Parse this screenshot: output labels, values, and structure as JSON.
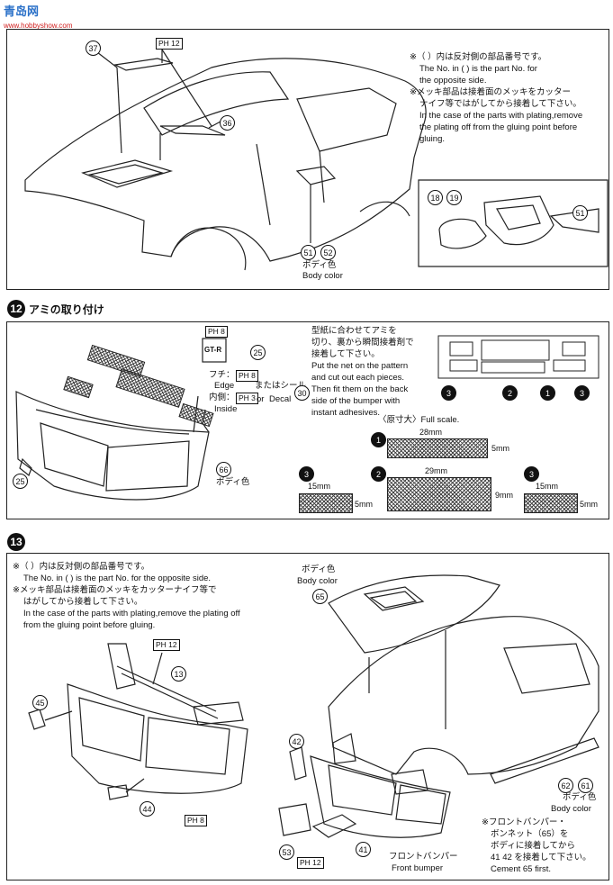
{
  "watermark": {
    "brand": "青岛网",
    "url": "www.hobbyshow.com"
  },
  "step11": {
    "note_jp_1": "※（ ）内は反対側の部品番号です。",
    "note_en_1a": "The No. in (   ) is the part No. for",
    "note_en_1b": "the opposite side.",
    "note_jp_2a": "※メッキ部品は接着面のメッキをカッター",
    "note_jp_2b": "ナイフ等ではがしてから接着して下さい。",
    "note_en_2a": "In the case of the parts with plating,remove",
    "note_en_2b": "the plating off from the gluing point before",
    "note_en_2c": "gluing.",
    "parts": {
      "p37": "37",
      "p36": "36",
      "p51": "51",
      "p52": "52",
      "p18": "18",
      "p19": "19",
      "p51b": "51"
    },
    "tag_ph12": "PH 12",
    "body_color_jp": "ボディ色",
    "body_color_en": "Body color"
  },
  "step12": {
    "number": "12",
    "title": "アミの取り付け",
    "tag_ph8": "PH 8",
    "gt_logo": "GT-R",
    "p25": "25",
    "edge_jp": "フチ：",
    "edge_tag": "PH 8",
    "edge_en": "Edge",
    "inside_jp": "内側：",
    "inside_tag": "PH 3",
    "inside_en": "Inside",
    "or_jp": "またはシール",
    "or_en": "or",
    "decal_en": "Decal",
    "decal_no": "30",
    "p25b": "25",
    "p66": "66",
    "body_color_jp": "ボディ色",
    "instr_jp_1": "型紙に合わせてアミを",
    "instr_jp_2": "切り、裏から瞬間接着剤で",
    "instr_jp_3": "接着して下さい。",
    "instr_en_1": "Put the net on the pattern",
    "instr_en_2": "and cut out each pieces.",
    "instr_en_3": "Then fit them on the back",
    "instr_en_4": "side of the bumper with",
    "instr_en_5": "instant adhesives.",
    "scale_label": "〈原寸大〉Full scale.",
    "grille_labels": [
      "3",
      "2",
      "1",
      "3"
    ],
    "net1": {
      "id": "1",
      "w": "28mm",
      "h": "5mm"
    },
    "net2": {
      "id": "2",
      "w": "29mm",
      "h": "9mm"
    },
    "net3a": {
      "id": "3",
      "w": "15mm",
      "h": "5mm"
    },
    "net3b": {
      "id": "3",
      "w": "15mm",
      "h": "5mm"
    }
  },
  "step13": {
    "number": "13",
    "note_jp_1": "※（ ）内は反対側の部品番号です。",
    "note_en_1": "The No. in (   ) is the part No. for the opposite side.",
    "note_jp_2a": "※メッキ部品は接着面のメッキをカッターナイフ等で",
    "note_jp_2b": "はがしてから接着して下さい。",
    "note_en_2a": "In the case of the parts with plating,remove the plating off",
    "note_en_2b": "from the gluing point before gluing.",
    "tag_ph12": "PH 12",
    "p13": "13",
    "p45": "45",
    "p44": "44",
    "tag_ph8": "PH 8",
    "hood_color_jp": "ボディ色",
    "hood_color_en": "Body color",
    "p65": "65",
    "p42": "42",
    "p53": "53",
    "p41": "41",
    "tag_ph12b": "PH 12",
    "front_bumper_jp": "フロントバンパー",
    "front_bumper_en": "Front bumper",
    "p62": "62",
    "p61": "61",
    "side_color_jp": "ボディ色",
    "side_color_en": "Body color",
    "cement_jp_1": "※フロントバンパー・",
    "cement_jp_2": "ボンネット（65）を",
    "cement_jp_3": "ボディに接着してから",
    "cement_jp_4": "41 42 を接着して下さい。",
    "cement_en": "Cement 65 first."
  }
}
